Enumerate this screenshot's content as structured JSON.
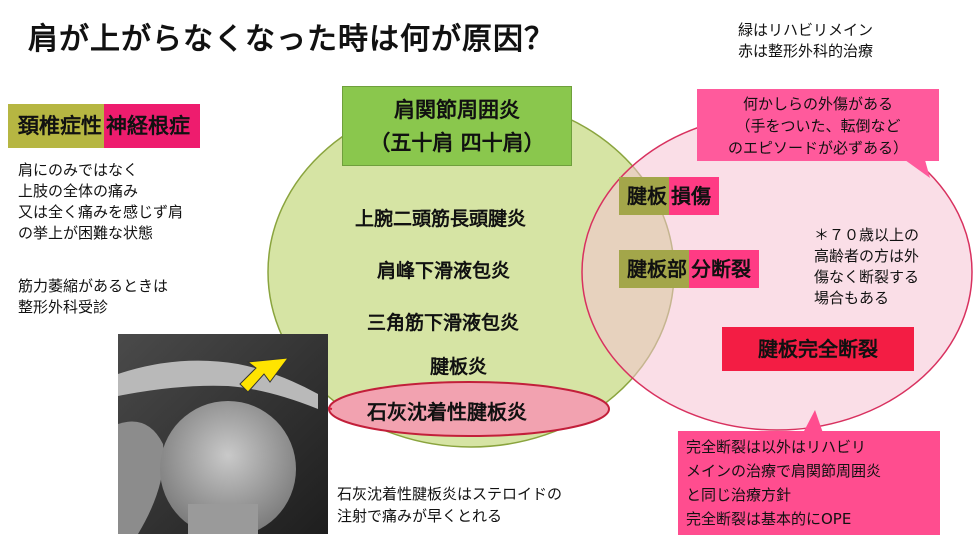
{
  "title": "肩が上がらなくなった時は何が原因？",
  "legend": {
    "line1": "緑はリハビリメイン",
    "line2": "赤は整形外科的治療"
  },
  "cervical": {
    "label_green": "頚椎症性",
    "label_red": "神経根症",
    "desc_lines": [
      "肩にのみではなく",
      "上肢の全体の痛み",
      "又は全く痛みを感じず肩",
      "の挙上が困難な状態"
    ],
    "atrophy_lines": [
      "筋力萎縮があるときは",
      "整形外科受診"
    ]
  },
  "frozen": {
    "title_line1": "肩関節周囲炎",
    "title_line2": "（五十肩 四十肩）",
    "items": [
      "上腕二頭筋長頭腱炎",
      "肩峰下滑液包炎",
      "三角筋下滑液包炎",
      "腱板炎"
    ],
    "calcific": "石灰沈着性腱板炎",
    "calcific_note_lines": [
      "石灰沈着性腱板炎はステロイドの",
      "注射で痛みが早くとれる"
    ]
  },
  "rotator": {
    "trauma_lines": [
      "何かしらの外傷がある",
      "（手をついた、転倒など",
      "のエピソードが必ずある）"
    ],
    "injury_green": "腱板",
    "injury_red": "損傷",
    "partial_green": "腱板部",
    "partial_red": "分断裂",
    "elderly_note_lines": [
      "＊７０歳以上の",
      "高齢者の方は外",
      "傷なく断裂する",
      "場合もある"
    ],
    "complete": "腱板完全断裂",
    "rehab_lines": [
      "完全断裂は以外はリハビリ",
      "メインの治療で肩関節周囲炎",
      "と同じ治療方針",
      "完全断裂は基本的にOPE"
    ]
  },
  "colors": {
    "green_circle": "#d6e4a4",
    "pink_circle": "#f9dde6",
    "rehab_green": "#8ac74d",
    "ortho_red": "#f31d44",
    "arrow_yellow": "#ffe400"
  }
}
